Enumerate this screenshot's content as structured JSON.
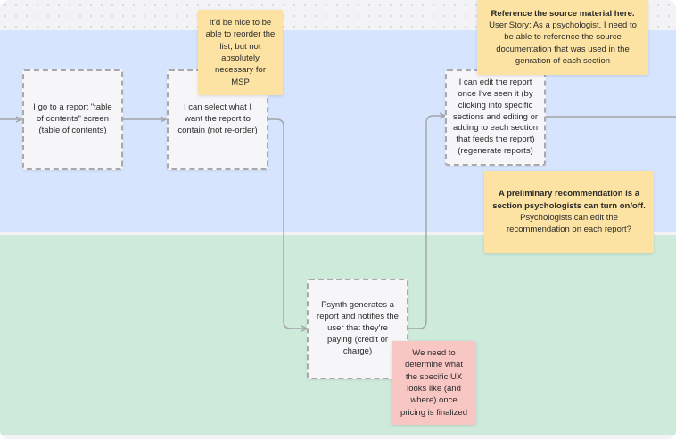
{
  "cards": {
    "toc_screen": "I go to a report \"table of contents\" screen (table of contents)",
    "select_content": "I can select what I want the report to contain (not re-order)",
    "edit_report": "I can edit the report once I've seen it (by clicking into specific sections and editing or adding to each section that feeds the report) (regenerate reports)",
    "generate_report": "Psynth generates a report and notifies the user that they're paying (credit or charge)"
  },
  "notes": {
    "reorder": "It'd be nice to be able to reorder the list, but not absolutely necessary for MSP",
    "reference_title": "Reference the source material here.",
    "reference_body": "User Story: As a psychologist, I need to be able to reference the source documentation that was used in the genration of each section",
    "recommendation_title": "A preliminary recommendation is a section psychologists can turn on/off.",
    "recommendation_body": "Psychologists can edit the recommendation on each report?",
    "pricing": "We need to determine what the specific UX looks like (and where) once pricing is finalized"
  },
  "colors": {
    "lane_blue": "#d6e4fd",
    "lane_green": "#cdeadb",
    "sticky_yellow": "#fde3a3",
    "sticky_pink": "#f8c6c3",
    "connector": "#a3a3a8"
  }
}
